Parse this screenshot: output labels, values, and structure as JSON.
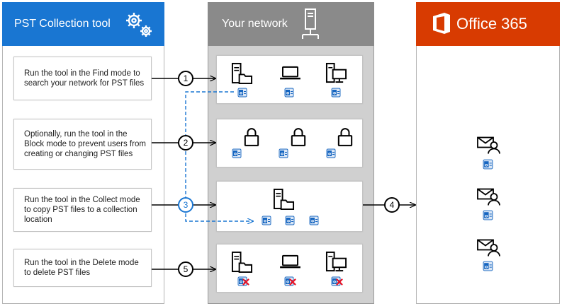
{
  "left_panel": {
    "title": "PST Collection tool",
    "icon": "gears-icon",
    "header_color": "#1976d2"
  },
  "middle_panel": {
    "title": "Your network",
    "icon": "network-server-icon",
    "header_color": "#8a8a8a",
    "body_color": "#d0d0d0"
  },
  "right_panel": {
    "title": "Office 365",
    "icon": "office-logo",
    "header_color": "#d83b01"
  },
  "steps": [
    {
      "number": "1",
      "text": "Run the tool in the Find mode to search your network for PST files"
    },
    {
      "number": "2",
      "text": "Optionally, run the tool in the Block mode to prevent users from creating or changing PST files"
    },
    {
      "number": "3",
      "text": "Run the tool in the Collect mode to copy PST files to a collection location"
    },
    {
      "number": "4",
      "text": ""
    },
    {
      "number": "5",
      "text": "Run the tool in the Delete mode to delete PST files"
    }
  ],
  "colors": {
    "accent_blue": "#1976d2",
    "delete_red": "#e81123",
    "step3_ring": "#1976d2"
  }
}
